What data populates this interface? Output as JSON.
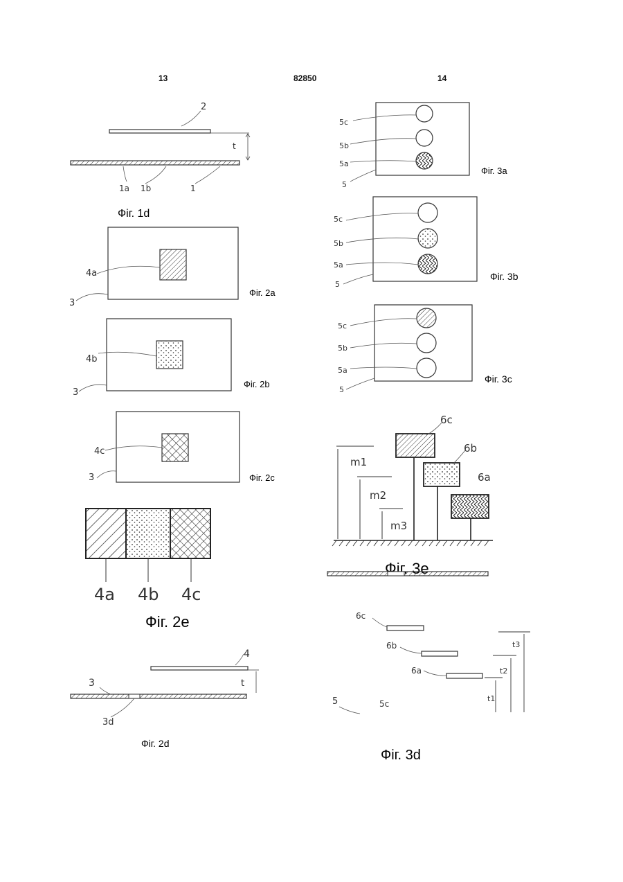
{
  "header": {
    "left_page": "13",
    "center": "82850",
    "right_page": "14"
  },
  "captions": {
    "fig_1d": "Фіг. 1d",
    "fig_2a": "Фіг. 2a",
    "fig_2b": "Фіг. 2b",
    "fig_2c": "Фіг. 2c",
    "fig_2e": "Фіг. 2e",
    "fig_2d": "Фіг. 2d",
    "fig_3a": "Фіг. 3a",
    "fig_3b": "Фіг. 3b",
    "fig_3c": "Фіг. 3c",
    "fig_3e": "Фіг. 3e",
    "fig_3d": "Фіг. 3d"
  },
  "labels": {
    "fig_1d": {
      "top": "2",
      "gap": "t",
      "a": "1a",
      "b": "1b",
      "base": "1"
    },
    "fig_2a": {
      "pad": "4a",
      "sheet": "3"
    },
    "fig_2b": {
      "pad": "4b",
      "sheet": "3"
    },
    "fig_2c": {
      "pad": "4c",
      "sheet": "3"
    },
    "fig_2e": {
      "a": "4a",
      "b": "4b",
      "c": "4c"
    },
    "fig_2d": {
      "top": "4",
      "gap": "t",
      "base": "3",
      "spot": "3d"
    },
    "fig_3a": {
      "c": "5c",
      "b": "5b",
      "a": "5a",
      "sheet": "5"
    },
    "fig_3b": {
      "c": "5c",
      "b": "5b",
      "a": "5a",
      "sheet": "5"
    },
    "fig_3c": {
      "c": "5c",
      "b": "5b",
      "a": "5a",
      "sheet": "5"
    },
    "fig_3e": {
      "c": "6c",
      "b": "6b",
      "a": "6a",
      "m1": "m1",
      "m2": "m2",
      "m3": "m3"
    },
    "fig_3d": {
      "c": "6c",
      "b": "6b",
      "a": "6a",
      "base": "5",
      "spot": "5c",
      "t1": "t1",
      "t2": "t2",
      "t3": "t3"
    }
  }
}
